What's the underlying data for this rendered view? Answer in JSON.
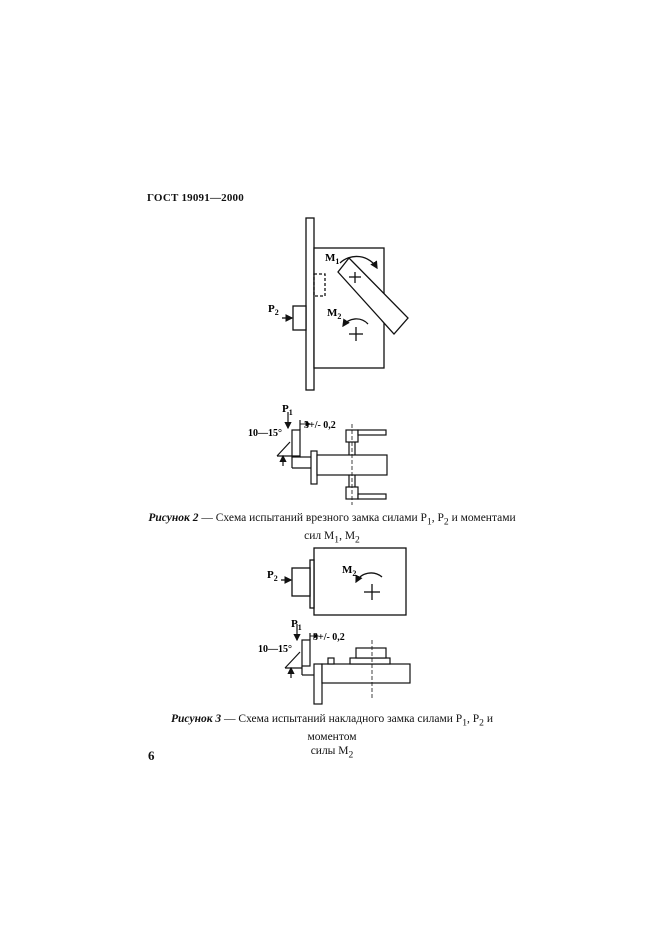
{
  "header": {
    "standard": "ГОСТ 19091—2000"
  },
  "figure2": {
    "caption_label": "Рисунок 2",
    "caption_text_line1": " — Схема испытаний врезного замка силами Р",
    "caption_p1_sub": "1",
    "caption_sep": ", Р",
    "caption_p2_sub": "2",
    "caption_tail1": " и моментами",
    "caption_line2_pre": "сил М",
    "caption_m1_sub": "1",
    "caption_line2_mid": ", М",
    "caption_m2_sub": "2",
    "labels": {
      "m1": "M",
      "m1_sub": "1",
      "m2": "M",
      "m2_sub": "2",
      "p2": "P",
      "p2_sub": "2",
      "p1": "P",
      "p1_sub": "1",
      "gap": "3+/- 0,2",
      "angle": "10—15°"
    }
  },
  "figure3": {
    "caption_label": "Рисунок 3",
    "caption_text_line1": " — Схема испытаний накладного замка силами Р",
    "caption_p1_sub": "1",
    "caption_sep": ", Р",
    "caption_p2_sub": "2",
    "caption_tail1": " и моментом",
    "caption_line2_pre": "силы М",
    "caption_m2_sub": "2",
    "labels": {
      "m2": "M",
      "m2_sub": "2",
      "p2": "P",
      "p2_sub": "2",
      "p1": "P",
      "p1_sub": "1",
      "gap": "3+/- 0,2",
      "angle": "10—15°"
    }
  },
  "page_number": "6"
}
